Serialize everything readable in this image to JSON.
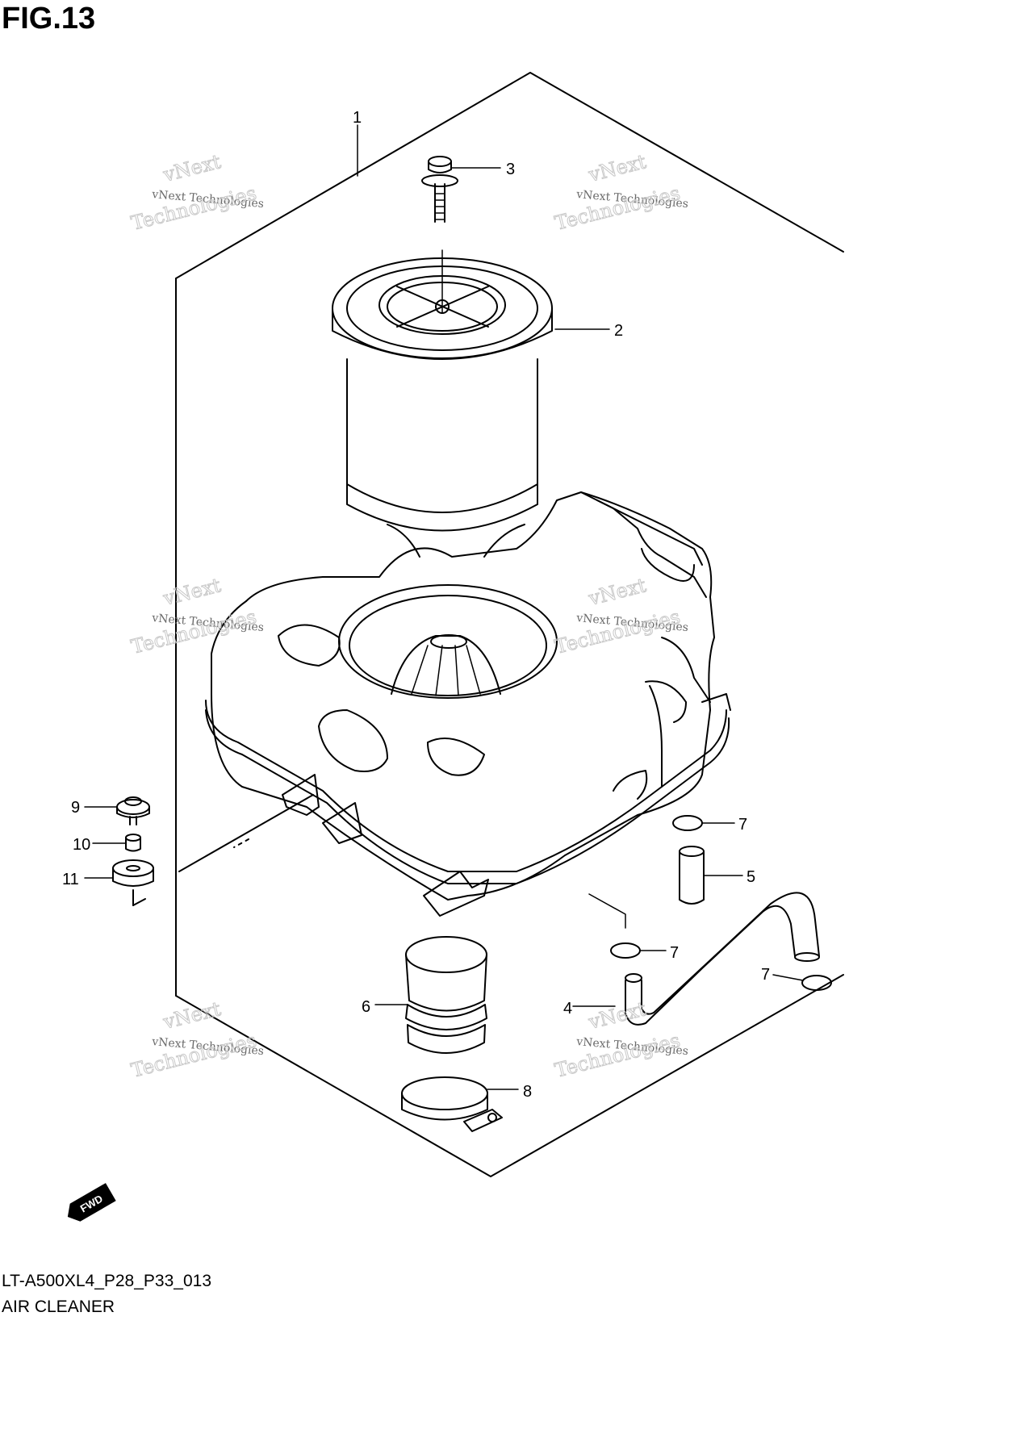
{
  "figure": {
    "title": "FIG.13"
  },
  "footer": {
    "code": "LT-A500XL4_P28_P33_013",
    "name": "AIR CLEANER"
  },
  "callouts": [
    "1",
    "2",
    "3",
    "4",
    "5",
    "6",
    "7",
    "7",
    "7",
    "8",
    "9",
    "10",
    "11"
  ],
  "watermark": {
    "line1": "vNext Technologies",
    "line2": "vNext",
    "line3": "Technologies"
  },
  "fwd_badge": {
    "label": "FWD"
  },
  "colors": {
    "ink": "#000000",
    "watermark": "#c8c8c8",
    "background": "#ffffff"
  }
}
